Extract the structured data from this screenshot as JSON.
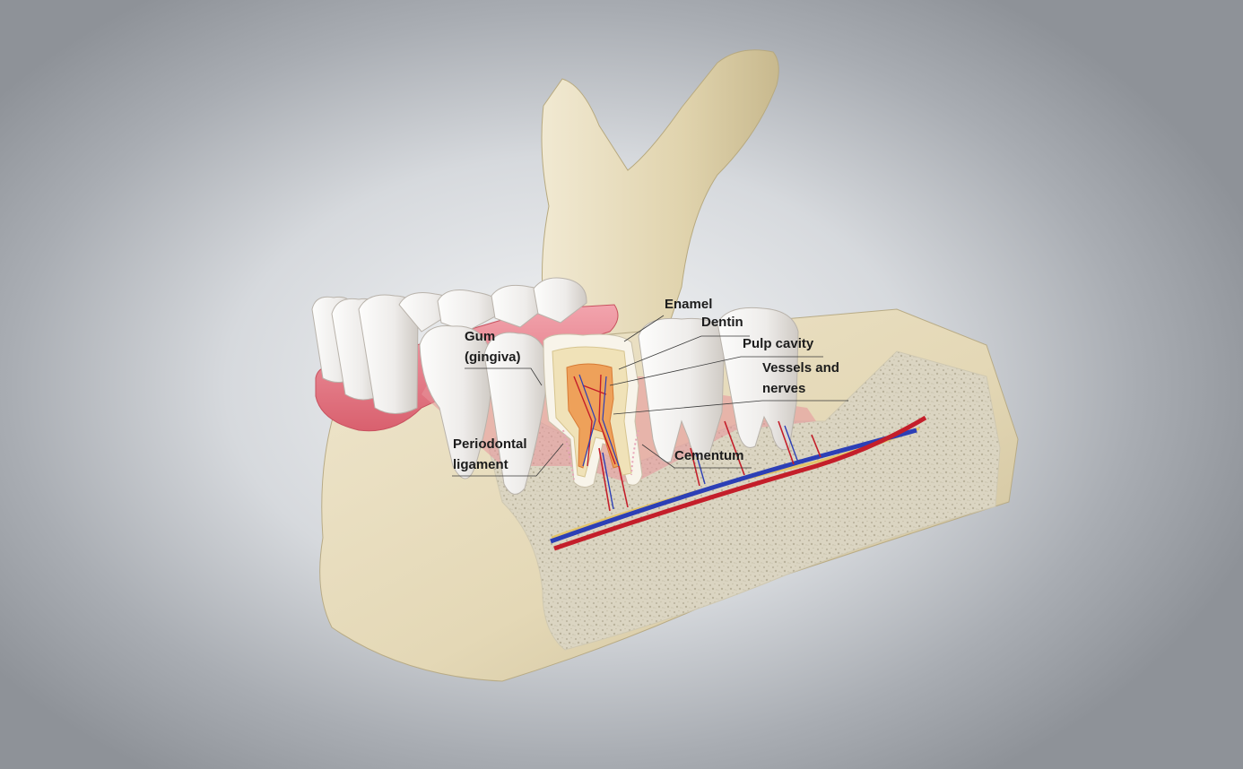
{
  "labels": {
    "enamel": "Enamel",
    "dentin": "Dentin",
    "pulp_cavity": "Pulp cavity",
    "vessels_line1": "Vessels and",
    "vessels_line2": "nerves",
    "gum_line1": "Gum",
    "gum_line2": "(gingiva)",
    "periodontal_line1": "Periodontal",
    "periodontal_line2": "ligament",
    "cementum": "Cementum"
  },
  "colors": {
    "bone": "#e9dfc4",
    "cancellous_bone": "#dcd6c3",
    "gum": "#e37f8a",
    "artery": "#c41e2a",
    "vein": "#2c3fb6",
    "nerve": "#e2c46a",
    "enamel": "#f8f4ea",
    "dentin": "#f0e2b8",
    "pulp": "#e9914a"
  }
}
